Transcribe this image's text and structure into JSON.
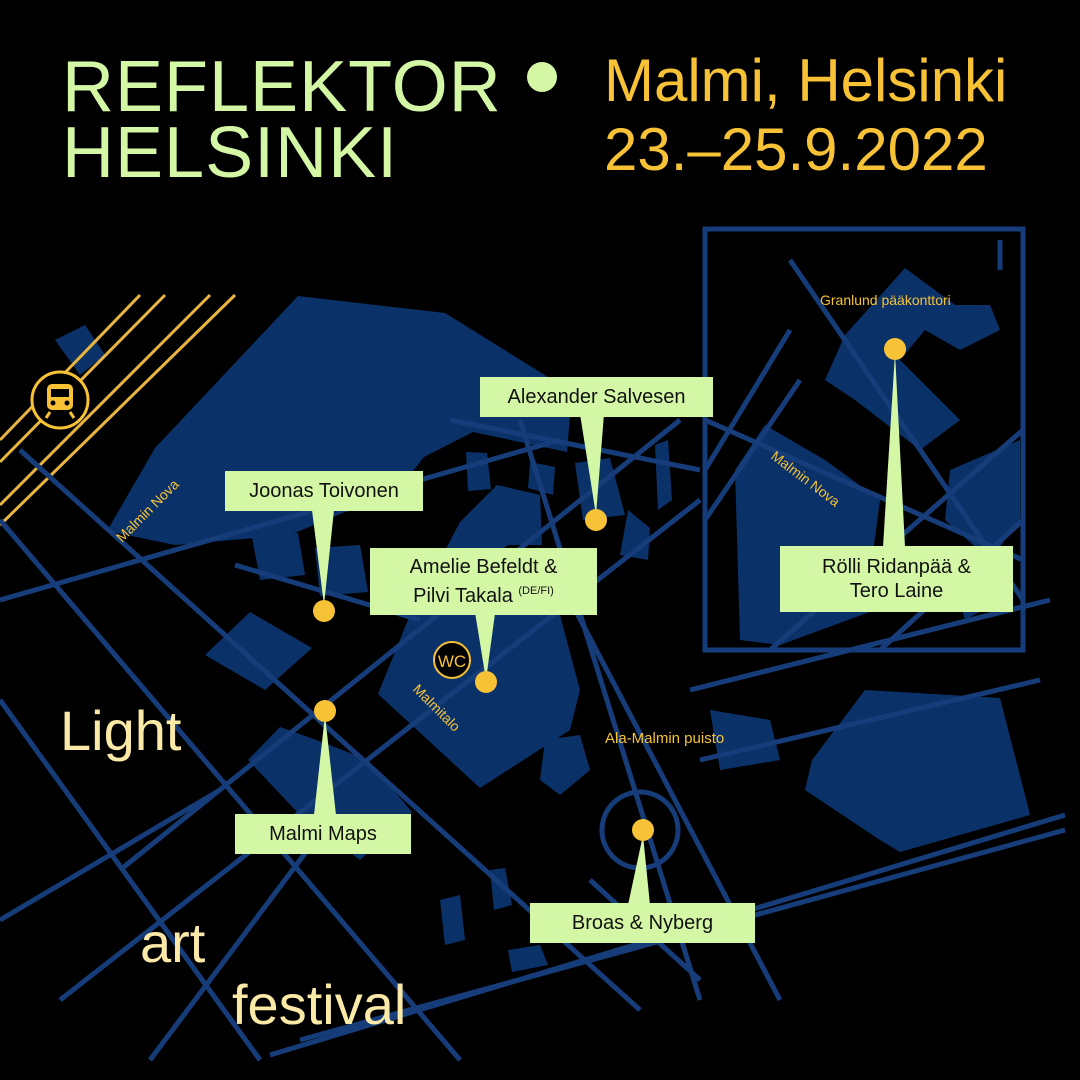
{
  "header": {
    "title_line1": "REFLEKTOR",
    "title_line2": "HELSINKI",
    "location": "Malmi, Helsinki",
    "dates": "23.–25.9.2022"
  },
  "tagline": {
    "word1": "Light",
    "word2": "art",
    "word3": "festival"
  },
  "places": {
    "malmin_nova_main": "Malmin Nova",
    "malmin_nova_inset": "Malmin Nova",
    "granlund": "Granlund pääkonttori",
    "malmitalo": "Malmitalo",
    "ala_malmin_puisto": "Ala-Malmin puisto",
    "wc": "WC"
  },
  "artists": {
    "alexander": "Alexander Salvesen",
    "joonas": "Joonas Toivonen",
    "amelie_line1": "Amelie Befeldt &",
    "amelie_line2": "Pilvi Takala",
    "amelie_sup": "(DE/FI)",
    "malmi_maps": "Malmi Maps",
    "broas": "Broas & Nyberg",
    "rolli_line1": "Rölli Ridanpää &",
    "rolli_line2": "Tero Laine"
  },
  "colors": {
    "background": "#000000",
    "title_green": "#d4f7a6",
    "accent_yellow": "#f7c236",
    "map_blue": "#0b3268",
    "road_blue": "#163d7a",
    "rail_yellow": "#e8b640",
    "label_bg": "#d4f7a6",
    "tagline_cream": "#fbe9a7"
  },
  "icons": {
    "train": "train-icon",
    "wc": "wc-icon",
    "pin": "location-pin-icon"
  }
}
